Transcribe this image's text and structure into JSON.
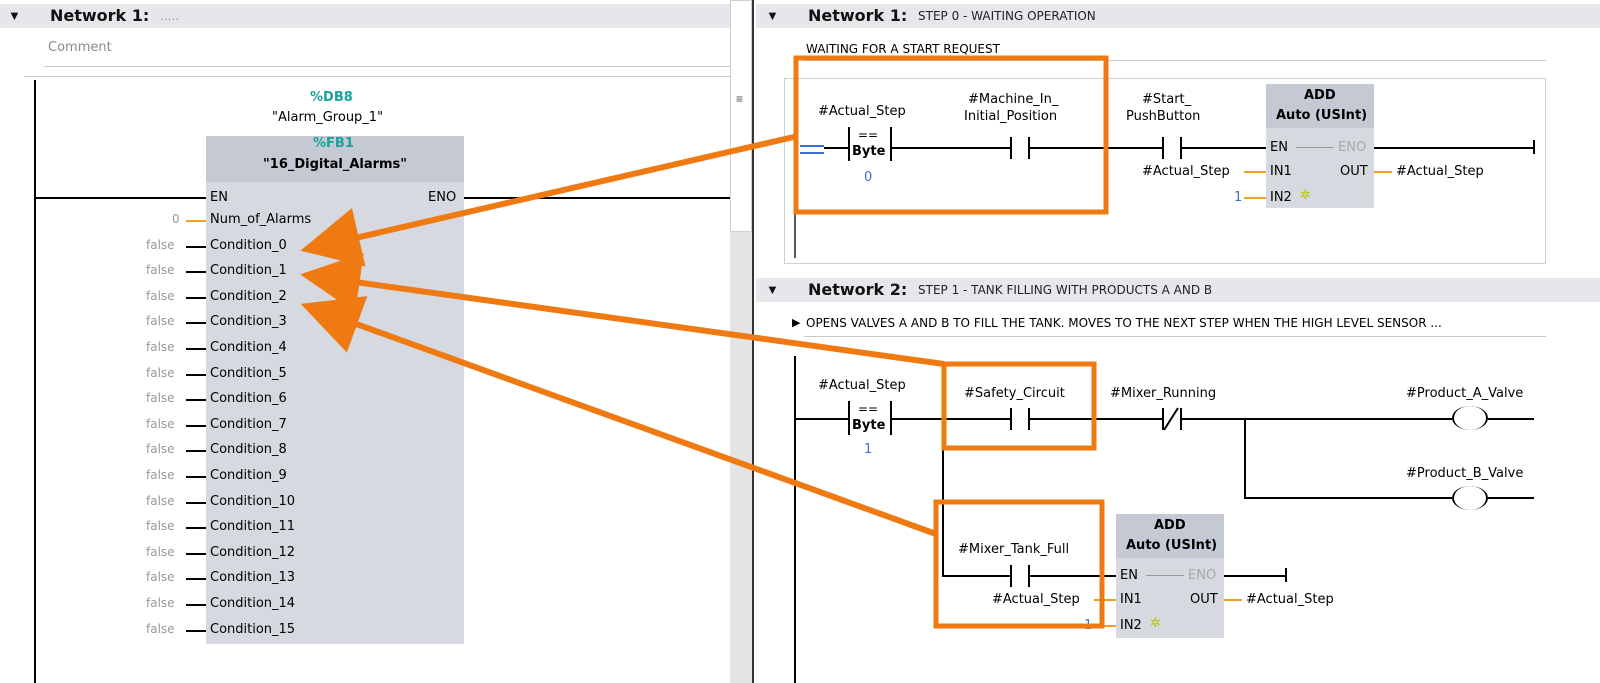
{
  "left": {
    "network": {
      "title": "Network 1:",
      "subtitle": ".....",
      "comment_placeholder": "Comment"
    },
    "db": {
      "address": "%DB8",
      "name": "\"Alarm_Group_1\""
    },
    "fb": {
      "address": "%FB1",
      "name": "\"16_Digital_Alarms\""
    },
    "en": "EN",
    "eno": "ENO",
    "inputs": [
      {
        "value": "0",
        "name": "Num_of_Alarms"
      },
      {
        "value": "false",
        "name": "Condition_0"
      },
      {
        "value": "false",
        "name": "Condition_1"
      },
      {
        "value": "false",
        "name": "Condition_2"
      },
      {
        "value": "false",
        "name": "Condition_3"
      },
      {
        "value": "false",
        "name": "Condition_4"
      },
      {
        "value": "false",
        "name": "Condition_5"
      },
      {
        "value": "false",
        "name": "Condition_6"
      },
      {
        "value": "false",
        "name": "Condition_7"
      },
      {
        "value": "false",
        "name": "Condition_8"
      },
      {
        "value": "false",
        "name": "Condition_9"
      },
      {
        "value": "false",
        "name": "Condition_10"
      },
      {
        "value": "false",
        "name": "Condition_11"
      },
      {
        "value": "false",
        "name": "Condition_12"
      },
      {
        "value": "false",
        "name": "Condition_13"
      },
      {
        "value": "false",
        "name": "Condition_14"
      },
      {
        "value": "false",
        "name": "Condition_15"
      }
    ]
  },
  "right": {
    "network1": {
      "title": "Network 1:",
      "subtitle": "STEP 0 - WAITING OPERATION",
      "comment": "WAITING FOR A START REQUEST",
      "cmp_operand": "#Actual_Step",
      "cmp_op": "==",
      "cmp_type": "Byte",
      "cmp_value": "0",
      "contact1": {
        "line1": "#Machine_In_",
        "line2": "Initial_Position"
      },
      "contact2": {
        "line1": "#Start_",
        "line2": "PushButton"
      },
      "add": {
        "title": "ADD",
        "type": "Auto (USInt)",
        "en": "EN",
        "eno": "ENO",
        "in1": "IN1",
        "in2": "IN2",
        "out": "OUT",
        "in1_operand": "#Actual_Step",
        "in2_operand": "1",
        "out_operand": "#Actual_Step"
      }
    },
    "network2": {
      "title": "Network 2:",
      "subtitle": "STEP 1 - TANK FILLING WITH PRODUCTS A  AND B",
      "comment": "OPENS VALVES A AND B TO FILL THE TANK. MOVES TO THE NEXT STEP WHEN THE HIGH LEVEL SENSOR ...",
      "cmp_operand": "#Actual_Step",
      "cmp_op": "==",
      "cmp_type": "Byte",
      "cmp_value": "1",
      "safety": "#Safety_Circuit",
      "mixer_running": "#Mixer_Running",
      "coil_a": "#Product_A_Valve",
      "coil_b": "#Product_B_Valve",
      "tank_full": "#Mixer_Tank_Full",
      "add": {
        "title": "ADD",
        "type": "Auto (USInt)",
        "en": "EN",
        "eno": "ENO",
        "in1": "IN1",
        "in2": "IN2",
        "out": "OUT",
        "in1_operand": "#Actual_Step",
        "in2_operand": "1",
        "out_operand": "#Actual_Step"
      }
    }
  },
  "colors": {
    "annotation": "#f07a12",
    "teal": "#19a39a",
    "wire": "#f0a020",
    "header": "#e6e7ea"
  }
}
